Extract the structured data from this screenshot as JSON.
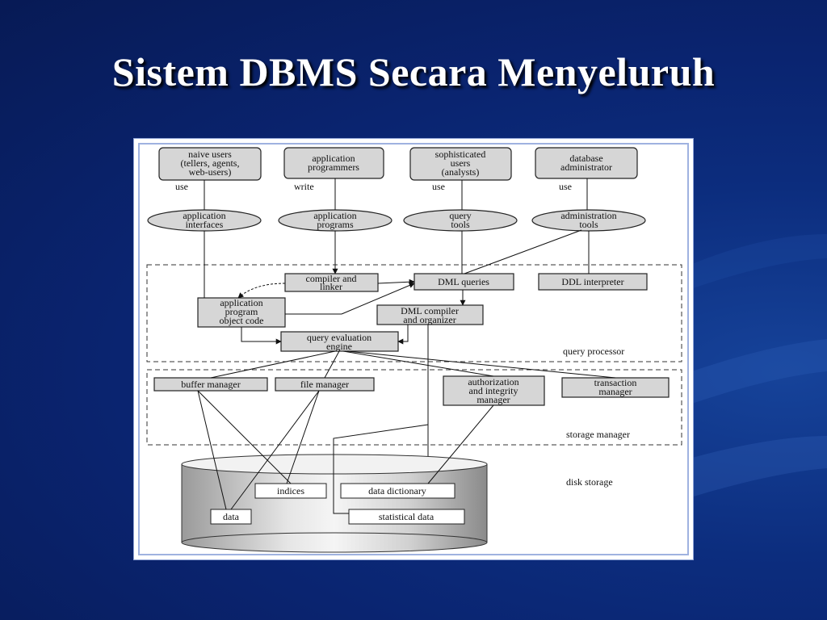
{
  "title": "Sistem DBMS Secara Menyeluruh",
  "users": [
    {
      "lines": [
        "naive users",
        "(tellers, agents,",
        "web-users)"
      ],
      "verb": "use"
    },
    {
      "lines": [
        "application",
        "programmers"
      ],
      "verb": "write"
    },
    {
      "lines": [
        "sophisticated",
        "users",
        "(analysts)"
      ],
      "verb": "use"
    },
    {
      "lines": [
        "database",
        "administrator"
      ],
      "verb": "use"
    }
  ],
  "tools": [
    {
      "lines": [
        "application",
        "interfaces"
      ]
    },
    {
      "lines": [
        "application",
        "programs"
      ]
    },
    {
      "lines": [
        "query",
        "tools"
      ]
    },
    {
      "lines": [
        "administration",
        "tools"
      ]
    }
  ],
  "query_processor": {
    "label": "query processor",
    "compiler_linker": [
      "compiler and",
      "linker"
    ],
    "dml_queries": "DML queries",
    "ddl_interpreter": "DDL interpreter",
    "app_object_code": [
      "application",
      "program",
      "object code"
    ],
    "dml_compiler": [
      "DML compiler",
      "and organizer"
    ],
    "query_eval": [
      "query evaluation",
      "engine"
    ]
  },
  "storage_manager": {
    "label": "storage manager",
    "buffer_manager": "buffer manager",
    "file_manager": "file manager",
    "authorization": [
      "authorization",
      "and integrity",
      "manager"
    ],
    "transaction": [
      "transaction",
      "manager"
    ]
  },
  "disk_storage": {
    "label": "disk storage",
    "indices": "indices",
    "data_dictionary": "data dictionary",
    "data": "data",
    "statistical_data": "statistical data"
  }
}
